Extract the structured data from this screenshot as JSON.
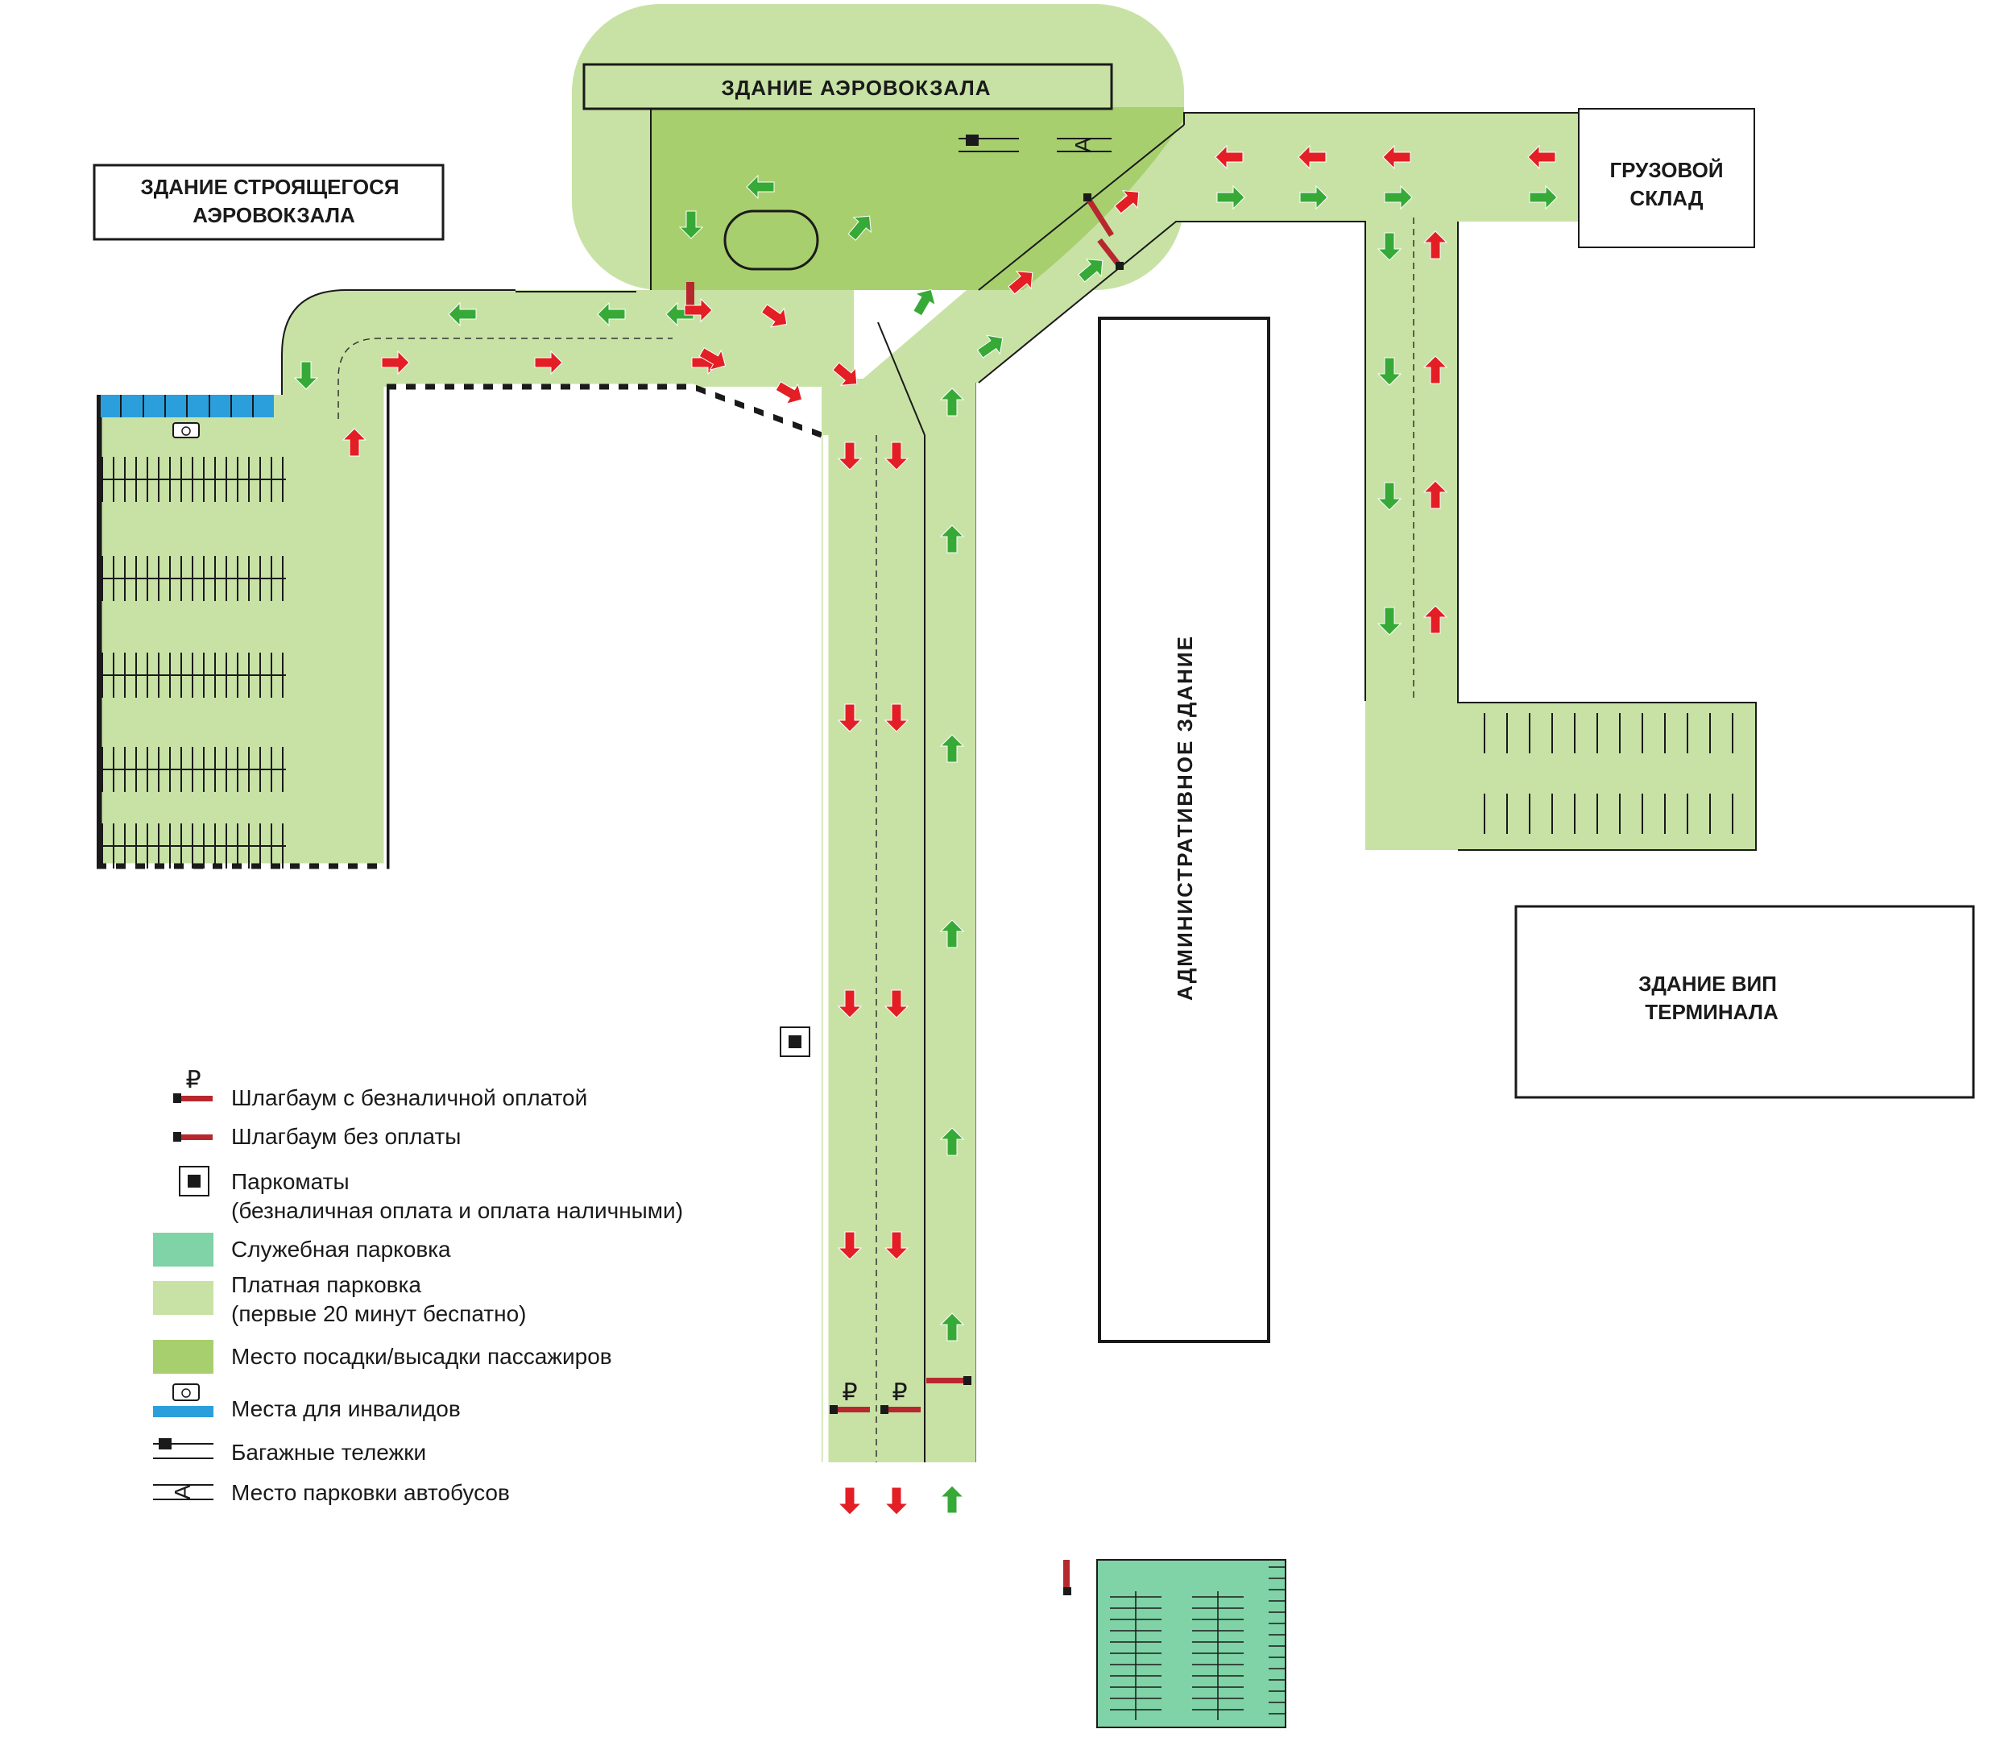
{
  "buildings": {
    "terminal": "ЗДАНИЕ АЭРОВОКЗАЛА",
    "construction_line1": "ЗДАНИЕ СТРОЯЩЕГОСЯ",
    "construction_line2": "АЭРОВОКЗАЛА",
    "cargo_line1": "ГРУЗОВОЙ",
    "cargo_line2": "СКЛАД",
    "admin": "АДМИНИСТРАТИВНОЕ ЗДАНИЕ",
    "vip_line1": "ЗДАНИЕ ВИП",
    "vip_line2": "ТЕРМИНАЛА"
  },
  "payment_symbol": "₽",
  "bus_symbol": "A",
  "legend": {
    "barrier_cashless": "Шлагбаум с безналичной оплатой",
    "barrier_free": "Шлагбаум без оплаты",
    "parking_meters_line1": "Паркоматы",
    "parking_meters_line2": "(безналичная оплата и оплата наличными)",
    "service_parking": "Служебная парковка",
    "paid_parking_line1": "Платная парковка",
    "paid_parking_line2": "(первые 20 минут беспатно)",
    "dropoff": "Место посадки/высадки пассажиров",
    "disabled": "Места для инвалидов",
    "luggage": "Багажные тележки",
    "bus": "Место парковки автобусов"
  },
  "colors": {
    "paid_parking": "#c8e2a5",
    "dropoff_zone": "#a8cf6e",
    "service_parking": "#7fd3a6",
    "disabled": "#2b9fdc",
    "arrow_in": "#e31e24",
    "arrow_out": "#36a936",
    "barrier": "#b7282e",
    "outline": "#1a1a1a"
  }
}
